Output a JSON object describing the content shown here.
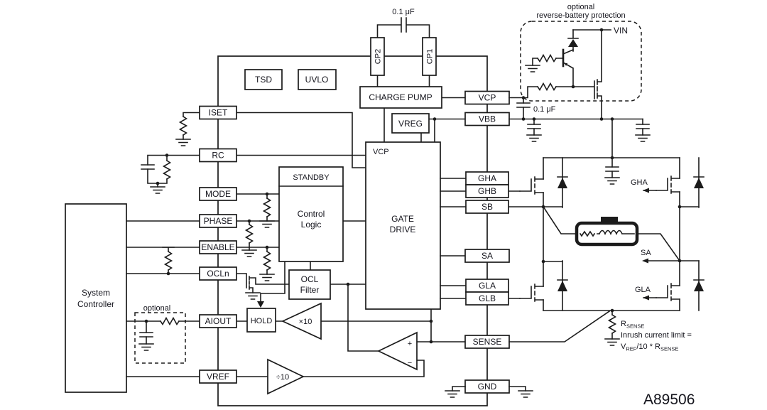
{
  "part_number": "A89506",
  "system_controller": {
    "line1": "System",
    "line2": "Controller"
  },
  "pins": {
    "top": [
      {
        "label": "CP2"
      },
      {
        "label": "CP1"
      }
    ],
    "left": [
      {
        "label": "ISET"
      },
      {
        "label": "RC"
      },
      {
        "label": "MODE"
      },
      {
        "label": "PHASE"
      },
      {
        "label": "ENABLE"
      },
      {
        "label": "OCLn"
      },
      {
        "label": "AIOUT"
      },
      {
        "label": "VREF"
      }
    ],
    "right": [
      {
        "label": "VCP"
      },
      {
        "label": "VBB"
      },
      {
        "label": "GHA"
      },
      {
        "label": "GHB"
      },
      {
        "label": "SB"
      },
      {
        "label": "SA"
      },
      {
        "label": "GLA"
      },
      {
        "label": "GLB"
      },
      {
        "label": "SENSE"
      },
      {
        "label": "GND"
      }
    ]
  },
  "blocks": {
    "tsd": "TSD",
    "uvlo": "UVLO",
    "charge_pump": "CHARGE PUMP",
    "vreg": "VREG",
    "standby": "STANDBY",
    "control_line1": "Control",
    "control_line2": "Logic",
    "gate_line1": "GATE",
    "gate_line2": "DRIVE",
    "gate_vcp": "VCP",
    "ocl_line1": "OCL",
    "ocl_line2": "Filter",
    "hold": "HOLD"
  },
  "amps": {
    "gain": "×10",
    "divider": "÷10",
    "plus": "+",
    "minus": "−"
  },
  "labels": {
    "cap_top": "0.1 μF",
    "cap_vcp": "0.1 μF",
    "rbp_line1": "optional",
    "rbp_line2": "reverse-battery protection",
    "vin": "VIN",
    "aiout_optional": "optional",
    "bridge_gha": "GHA",
    "bridge_sa": "SA",
    "bridge_gla": "GLA",
    "rsense_r": "R",
    "rsense_sub": "SENSE",
    "inrush1": "Inrush current limit =",
    "inrush_v": "V",
    "inrush_vsub": "REF",
    "inrush_mid": "/10 * R",
    "inrush_rsub": "SENSE"
  },
  "colors": {
    "line": "#1b1b1b",
    "text": "#14141c",
    "background": "#ffffff"
  }
}
